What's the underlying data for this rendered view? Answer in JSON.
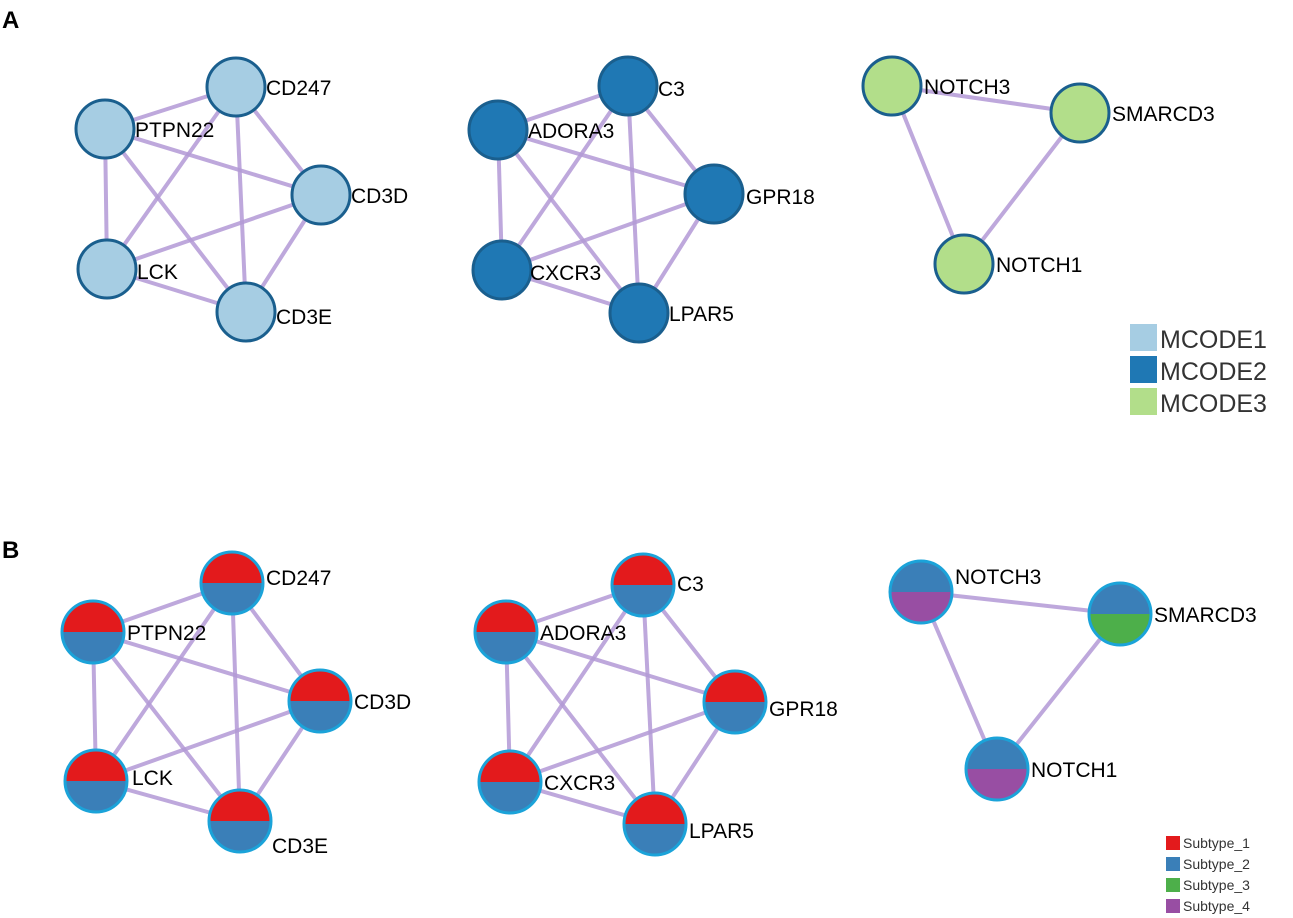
{
  "panels": {
    "a": {
      "label": "A"
    },
    "b": {
      "label": "B"
    }
  },
  "colors": {
    "MCODE1": "#a6cde3",
    "MCODE2": "#1f78b4",
    "MCODE3": "#b2de8a",
    "Subtype_1": "#e31a1c",
    "Subtype_2": "#3a7fb8",
    "Subtype_3": "#4daf4a",
    "Subtype_4": "#984ea3",
    "edge": "#b39ad6"
  },
  "legend_a": [
    {
      "label": "MCODE1",
      "color": "#a6cde3"
    },
    {
      "label": "MCODE2",
      "color": "#1f78b4"
    },
    {
      "label": "MCODE3",
      "color": "#b2de8a"
    }
  ],
  "legend_b": [
    {
      "label": "Subtype_1",
      "color": "#e31a1c"
    },
    {
      "label": "Subtype_2",
      "color": "#3a7fb8"
    },
    {
      "label": "Subtype_3",
      "color": "#4daf4a"
    },
    {
      "label": "Subtype_4",
      "color": "#984ea3"
    }
  ],
  "panel_a": {
    "clusters": [
      {
        "name": "MCODE1",
        "nodes": [
          {
            "id": "PTPN22",
            "label": "PTPN22"
          },
          {
            "id": "CD247",
            "label": "CD247"
          },
          {
            "id": "CD3D",
            "label": "CD3D"
          },
          {
            "id": "CD3E",
            "label": "CD3E"
          },
          {
            "id": "LCK",
            "label": "LCK"
          }
        ],
        "edges": [
          [
            "PTPN22",
            "CD247"
          ],
          [
            "PTPN22",
            "CD3D"
          ],
          [
            "PTPN22",
            "CD3E"
          ],
          [
            "PTPN22",
            "LCK"
          ],
          [
            "CD247",
            "CD3D"
          ],
          [
            "CD247",
            "CD3E"
          ],
          [
            "CD247",
            "LCK"
          ],
          [
            "CD3D",
            "CD3E"
          ],
          [
            "CD3D",
            "LCK"
          ],
          [
            "CD3E",
            "LCK"
          ]
        ]
      },
      {
        "name": "MCODE2",
        "nodes": [
          {
            "id": "ADORA3",
            "label": "ADORA3"
          },
          {
            "id": "C3",
            "label": "C3"
          },
          {
            "id": "GPR18",
            "label": "GPR18"
          },
          {
            "id": "LPAR5",
            "label": "LPAR5"
          },
          {
            "id": "CXCR3",
            "label": "CXCR3"
          }
        ],
        "edges": [
          [
            "ADORA3",
            "C3"
          ],
          [
            "ADORA3",
            "GPR18"
          ],
          [
            "ADORA3",
            "LPAR5"
          ],
          [
            "ADORA3",
            "CXCR3"
          ],
          [
            "C3",
            "GPR18"
          ],
          [
            "C3",
            "LPAR5"
          ],
          [
            "C3",
            "CXCR3"
          ],
          [
            "GPR18",
            "LPAR5"
          ],
          [
            "GPR18",
            "CXCR3"
          ],
          [
            "LPAR5",
            "CXCR3"
          ]
        ]
      },
      {
        "name": "MCODE3",
        "nodes": [
          {
            "id": "NOTCH3",
            "label": "NOTCH3"
          },
          {
            "id": "SMARCD3",
            "label": "SMARCD3"
          },
          {
            "id": "NOTCH1",
            "label": "NOTCH1"
          }
        ],
        "edges": [
          [
            "NOTCH3",
            "SMARCD3"
          ],
          [
            "NOTCH3",
            "NOTCH1"
          ],
          [
            "SMARCD3",
            "NOTCH1"
          ]
        ]
      }
    ]
  },
  "panel_b": {
    "clusters": [
      {
        "nodes": [
          {
            "id": "PTPN22",
            "label": "PTPN22",
            "top": "Subtype_1",
            "bottom": "Subtype_2"
          },
          {
            "id": "CD247",
            "label": "CD247",
            "top": "Subtype_1",
            "bottom": "Subtype_2"
          },
          {
            "id": "CD3D",
            "label": "CD3D",
            "top": "Subtype_1",
            "bottom": "Subtype_2"
          },
          {
            "id": "CD3E",
            "label": "CD3E",
            "top": "Subtype_1",
            "bottom": "Subtype_2"
          },
          {
            "id": "LCK",
            "label": "LCK",
            "top": "Subtype_1",
            "bottom": "Subtype_2"
          }
        ],
        "edges": [
          [
            "PTPN22",
            "CD247"
          ],
          [
            "PTPN22",
            "CD3D"
          ],
          [
            "PTPN22",
            "CD3E"
          ],
          [
            "PTPN22",
            "LCK"
          ],
          [
            "CD247",
            "CD3D"
          ],
          [
            "CD247",
            "CD3E"
          ],
          [
            "CD247",
            "LCK"
          ],
          [
            "CD3D",
            "CD3E"
          ],
          [
            "CD3D",
            "LCK"
          ],
          [
            "CD3E",
            "LCK"
          ]
        ]
      },
      {
        "nodes": [
          {
            "id": "ADORA3",
            "label": "ADORA3",
            "top": "Subtype_1",
            "bottom": "Subtype_2"
          },
          {
            "id": "C3",
            "label": "C3",
            "top": "Subtype_1",
            "bottom": "Subtype_2"
          },
          {
            "id": "GPR18",
            "label": "GPR18",
            "top": "Subtype_1",
            "bottom": "Subtype_2"
          },
          {
            "id": "LPAR5",
            "label": "LPAR5",
            "top": "Subtype_1",
            "bottom": "Subtype_2"
          },
          {
            "id": "CXCR3",
            "label": "CXCR3",
            "top": "Subtype_1",
            "bottom": "Subtype_2"
          }
        ],
        "edges": [
          [
            "ADORA3",
            "C3"
          ],
          [
            "ADORA3",
            "GPR18"
          ],
          [
            "ADORA3",
            "LPAR5"
          ],
          [
            "ADORA3",
            "CXCR3"
          ],
          [
            "C3",
            "GPR18"
          ],
          [
            "C3",
            "LPAR5"
          ],
          [
            "C3",
            "CXCR3"
          ],
          [
            "GPR18",
            "LPAR5"
          ],
          [
            "GPR18",
            "CXCR3"
          ],
          [
            "LPAR5",
            "CXCR3"
          ]
        ]
      },
      {
        "nodes": [
          {
            "id": "NOTCH3",
            "label": "NOTCH3",
            "top": "Subtype_2",
            "bottom": "Subtype_4"
          },
          {
            "id": "SMARCD3",
            "label": "SMARCD3",
            "top": "Subtype_2",
            "bottom": "Subtype_3"
          },
          {
            "id": "NOTCH1",
            "label": "NOTCH1",
            "top": "Subtype_2",
            "bottom": "Subtype_4"
          }
        ],
        "edges": [
          [
            "NOTCH3",
            "SMARCD3"
          ],
          [
            "NOTCH3",
            "NOTCH1"
          ],
          [
            "SMARCD3",
            "NOTCH1"
          ]
        ]
      }
    ]
  }
}
